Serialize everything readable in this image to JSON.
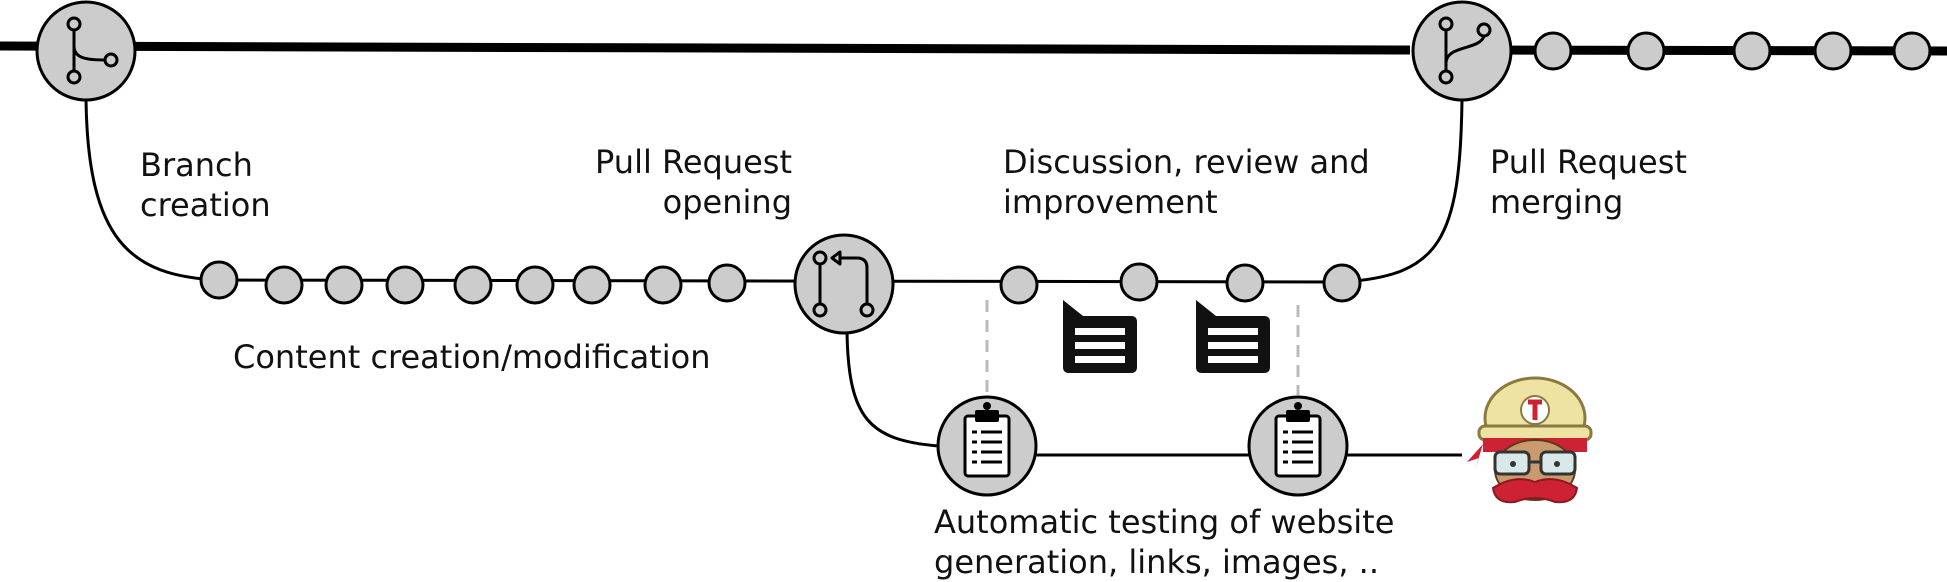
{
  "colors": {
    "stroke": "#000000",
    "node_fill": "#cccccc",
    "dashed": "#bbbbbb",
    "comment": "#111111",
    "mascot_helmet": "#efe3a3",
    "mascot_red": "#cc2233",
    "mascot_skin": "#c99a6b"
  },
  "labels": {
    "branch_creation": [
      "Branch",
      "creation"
    ],
    "pr_opening": [
      "Pull Request",
      "opening"
    ],
    "discussion": [
      "Discussion, review and",
      "improvement"
    ],
    "pr_merging": [
      "Pull Request",
      "merging"
    ],
    "content": "Content creation/modification",
    "testing": [
      "Automatic testing of website",
      "generation, links, images, .."
    ]
  },
  "icons": {
    "branch_node": "git-branch-icon",
    "merge_node": "git-merge-icon",
    "pr_node": "pull-request-icon",
    "test_node": "clipboard-checklist-icon",
    "comment": "comment-icon",
    "mascot": "travis-ci-mascot"
  },
  "counts": {
    "main_commits_after_merge": 5,
    "content_commits": 9,
    "review_commits": 4,
    "comments": 2,
    "test_runs": 2
  }
}
